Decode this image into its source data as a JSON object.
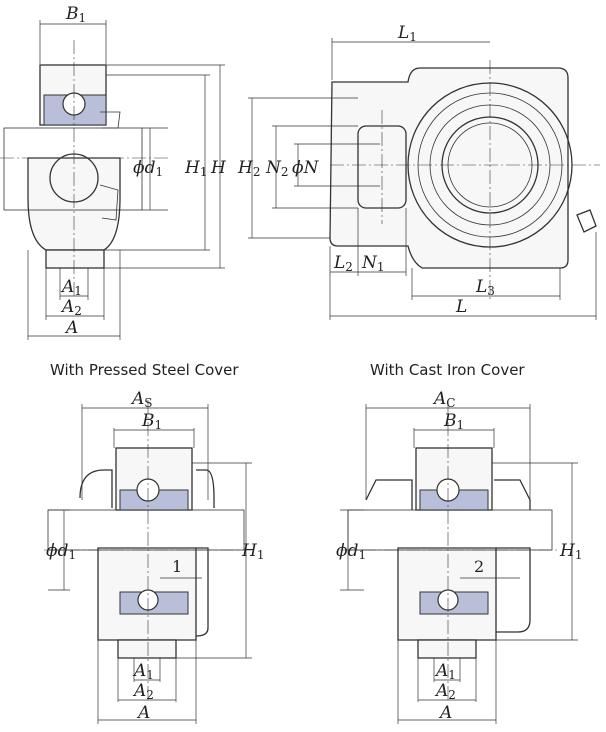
{
  "labels": {
    "B1": {
      "main": "B",
      "sub": "1"
    },
    "d1": {
      "main": "d",
      "sub": "1",
      "prefix": "ϕ"
    },
    "H1": {
      "main": "H",
      "sub": "1"
    },
    "H": {
      "main": "H"
    },
    "A1": {
      "main": "A",
      "sub": "1"
    },
    "A2": {
      "main": "A",
      "sub": "2"
    },
    "A": {
      "main": "A"
    },
    "L1": {
      "main": "L",
      "sub": "1"
    },
    "H2": {
      "main": "H",
      "sub": "2"
    },
    "N2": {
      "main": "N",
      "sub": "2"
    },
    "N": {
      "main": "N",
      "prefix": "ϕ"
    },
    "L2": {
      "main": "L",
      "sub": "2"
    },
    "N1": {
      "main": "N",
      "sub": "1"
    },
    "L3": {
      "main": "L",
      "sub": "3"
    },
    "L": {
      "main": "L"
    },
    "As": {
      "main": "A",
      "sub": "S"
    },
    "Ac": {
      "main": "A",
      "sub": "C"
    }
  },
  "captions": {
    "pressed_steel": "With Pressed Steel Cover",
    "cast_iron": "With Cast Iron Cover"
  },
  "clearance": {
    "pressed_steel": "1",
    "cast_iron": "2"
  }
}
